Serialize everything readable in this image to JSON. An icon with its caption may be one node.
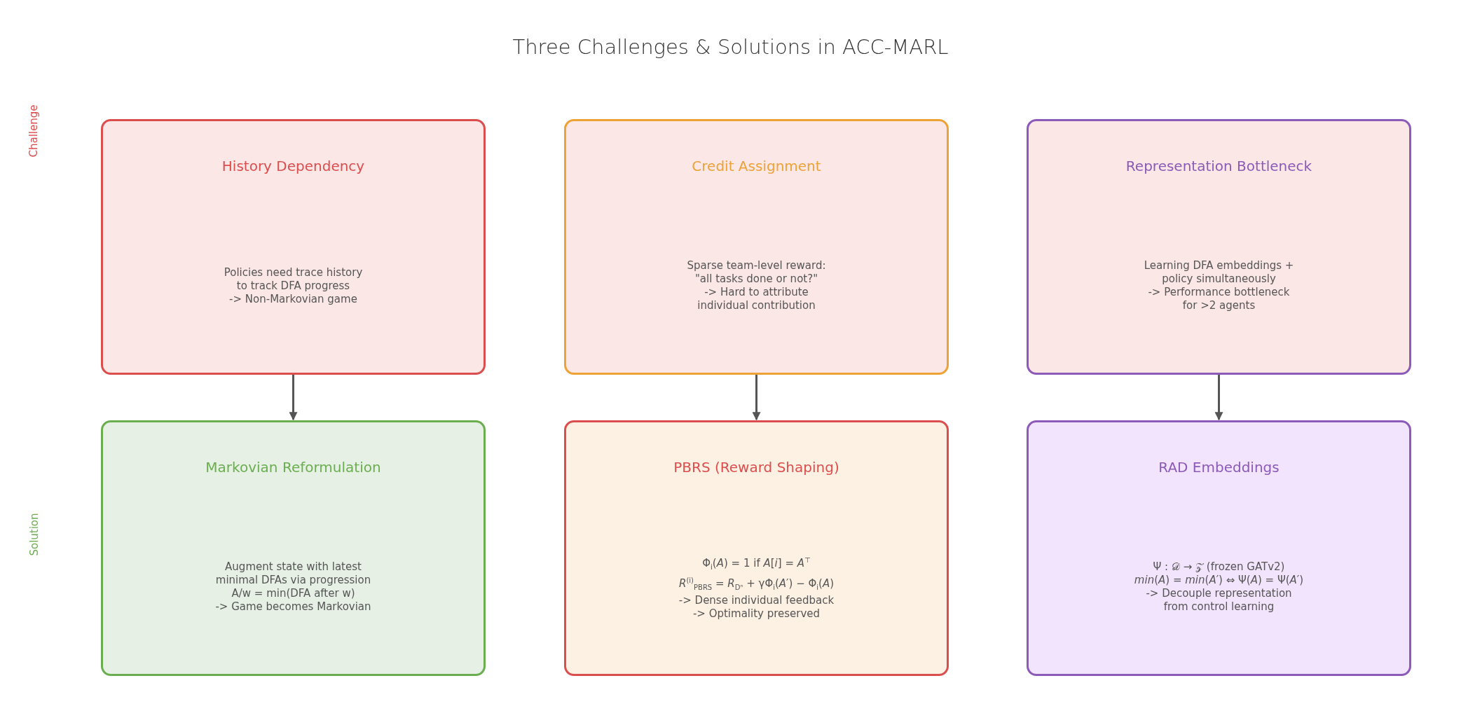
{
  "diagram": {
    "title": "Three Challenges & Solutions in ACC-MARL",
    "nodes": [
      {
        "text": [
          "History Dependency",
          "Policies need trace history",
          "to track DFA progress",
          "-> Non-Markovian game"
        ]
      },
      {
        "text": [
          "Credit Assignment",
          "Sparse team-level reward:",
          "\"all tasks done or not?\"",
          "-> Hard to attribute",
          "individual contribution"
        ]
      },
      {
        "text": [
          "Representation Bottleneck",
          "Learning DFA embeddings +",
          "policy simultaneously",
          "-> Performance bottleneck",
          "for >2 agents"
        ]
      },
      {
        "text": [
          "Markovian Reformulation",
          "Augment state with latest",
          "minimal DFAs via progression",
          "A/w = min(DFA after w)",
          "-> Game becomes Markovian"
        ]
      },
      {
        "text": [
          "PBRS (Reward Shaping)",
          "Φ$_{i}$(*A*) = 1 if *A*[*i*] = *A*$^{⊤}$",
          "*R*$^{(i)}$$_{PBRS}$ = *R*$_{Dⁿ}$ + γΦ$_{i}$(*A*′) − Φ$_{i}$(*A*)",
          "-> Dense individual feedback",
          "-> Optimality preserved"
        ]
      },
      {
        "text": [
          "RAD Embeddings",
          "Ψ : 𝒟 → 𝒵 (frozen GATv2)",
          "*min*(*A*) = *min*(*A*′) ⇔ Ψ(*A*) = Ψ(*A*′)",
          "-> Decouple representation",
          "from control learning"
        ]
      }
    ],
    "edges": [
      {
        "from": 0,
        "to": 3,
        "arrow": "to"
      },
      {
        "from": 1,
        "to": 4,
        "arrow": "to"
      },
      {
        "from": 2,
        "to": 5,
        "arrow": "to"
      }
    ],
    "labels": [
      "Challenge",
      "Solution"
    ]
  }
}
